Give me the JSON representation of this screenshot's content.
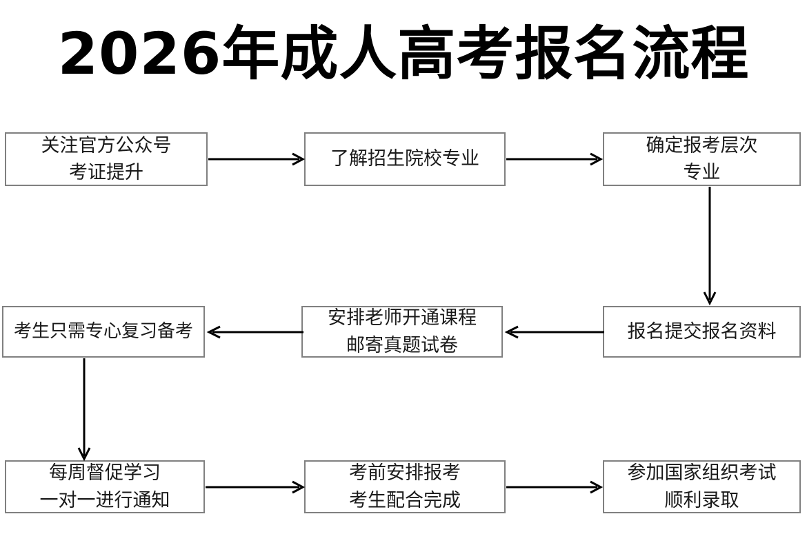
{
  "page": {
    "title": "2026年成人高考报名流程",
    "background_color": "#ffffff",
    "box_border_color": "#808080",
    "text_color": "#1a1a1a",
    "arrow_color": "#000000"
  },
  "flowchart": {
    "type": "diagram",
    "direction": "boustrophedon (left-to-right, down, right-to-left, down, left-to-right)",
    "nodes": [
      {
        "id": "n1",
        "line1": "关注官方公众号",
        "line2": "考证提升",
        "row": 1,
        "col": 1
      },
      {
        "id": "n2",
        "line1": "了解招生院校专业",
        "line2": "",
        "row": 1,
        "col": 2
      },
      {
        "id": "n3",
        "line1": "确定报考层次",
        "line2": "专业",
        "row": 1,
        "col": 3
      },
      {
        "id": "n4",
        "line1": "考生只需专心复习备考",
        "line2": "",
        "row": 2,
        "col": 1
      },
      {
        "id": "n5",
        "line1": "安排老师开通课程",
        "line2": "邮寄真题试卷",
        "row": 2,
        "col": 2
      },
      {
        "id": "n6",
        "line1": "报名提交报名资料",
        "line2": "",
        "row": 2,
        "col": 3
      },
      {
        "id": "n7",
        "line1": "每周督促学习",
        "line2": "一对一进行通知",
        "row": 3,
        "col": 1
      },
      {
        "id": "n8",
        "line1": "考前安排报考",
        "line2": "考生配合完成",
        "row": 3,
        "col": 2
      },
      {
        "id": "n9",
        "line1": "参加国家组织考试",
        "line2": "顺利录取",
        "row": 3,
        "col": 3
      }
    ],
    "edges": [
      {
        "from": "n1",
        "to": "n2",
        "direction": "right"
      },
      {
        "from": "n2",
        "to": "n3",
        "direction": "right"
      },
      {
        "from": "n3",
        "to": "n6",
        "direction": "down"
      },
      {
        "from": "n6",
        "to": "n5",
        "direction": "left"
      },
      {
        "from": "n5",
        "to": "n4",
        "direction": "left"
      },
      {
        "from": "n4",
        "to": "n7",
        "direction": "down"
      },
      {
        "from": "n7",
        "to": "n8",
        "direction": "right"
      },
      {
        "from": "n8",
        "to": "n9",
        "direction": "right"
      }
    ]
  }
}
